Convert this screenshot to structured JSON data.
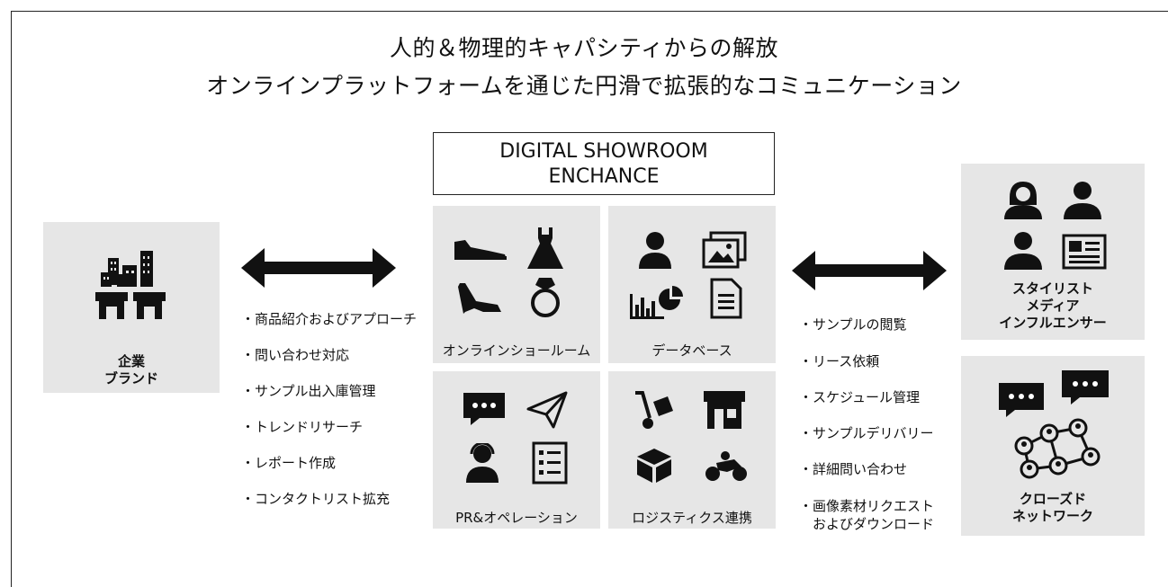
{
  "header": {
    "line1": "人的＆物理的キャパシティからの解放",
    "line2": "オンラインプラットフォームを通じた円滑で拡張的なコミュニケーション"
  },
  "center_title": {
    "line1": "DIGITAL SHOWROOM",
    "line2": "ENCHANCE"
  },
  "left_entity": {
    "line1": "企業",
    "line2": "ブランド",
    "icon": "city-storefront-icon"
  },
  "left_list": [
    "・商品紹介およびアプローチ",
    "・問い合わせ対応",
    "・サンプル出入庫管理",
    "・トレンドリサーチ",
    "・レポート作成",
    "・コンタクトリスト拡充"
  ],
  "modules": [
    {
      "label": "オンラインショールーム",
      "icons": [
        "shoe-icon",
        "dress-icon",
        "heel-icon",
        "ring-icon"
      ]
    },
    {
      "label": "データベース",
      "icons": [
        "person-icon",
        "image-gallery-icon",
        "chart-icon",
        "document-icon"
      ]
    },
    {
      "label": "PR&オペレーション",
      "icons": [
        "chat-icon",
        "paper-plane-icon",
        "operator-icon",
        "checklist-icon"
      ]
    },
    {
      "label": "ロジスティクス連携",
      "icons": [
        "hand-truck-icon",
        "store-icon",
        "package-icon",
        "motorbike-icon"
      ]
    }
  ],
  "right_list": [
    "・サンプルの閲覧",
    "・リース依頼",
    "・スケジュール管理",
    "・サンプルデリバリー",
    "・詳細問い合わせ",
    "・画像素材リクエスト",
    "　およびダウンロード"
  ],
  "right_entities": [
    {
      "line1": "スタイリスト",
      "line2": "メディア",
      "line3": "インフルエンサー"
    },
    {
      "line1": "クローズド",
      "line2": "ネットワーク"
    }
  ]
}
